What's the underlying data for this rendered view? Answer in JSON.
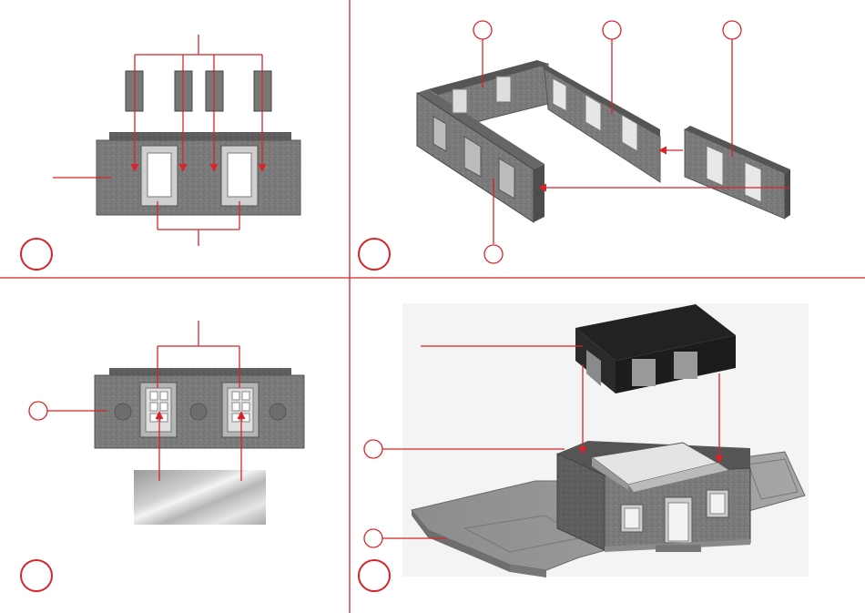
{
  "colors": {
    "accent_red": "#d8232a",
    "wall_gray": "#7a7a7a",
    "wall_dark": "#5a5a5a",
    "frame_light": "#c8c8c8",
    "background": "#ffffff"
  },
  "panels": [
    {
      "id": "step-1",
      "step_number": "",
      "callouts": 2,
      "description": ""
    },
    {
      "id": "step-2",
      "step_number": "",
      "callouts": 4,
      "description": ""
    },
    {
      "id": "step-3",
      "step_number": "",
      "callouts": 2,
      "description": ""
    },
    {
      "id": "step-4",
      "step_number": "",
      "callouts": 4,
      "description": ""
    }
  ]
}
